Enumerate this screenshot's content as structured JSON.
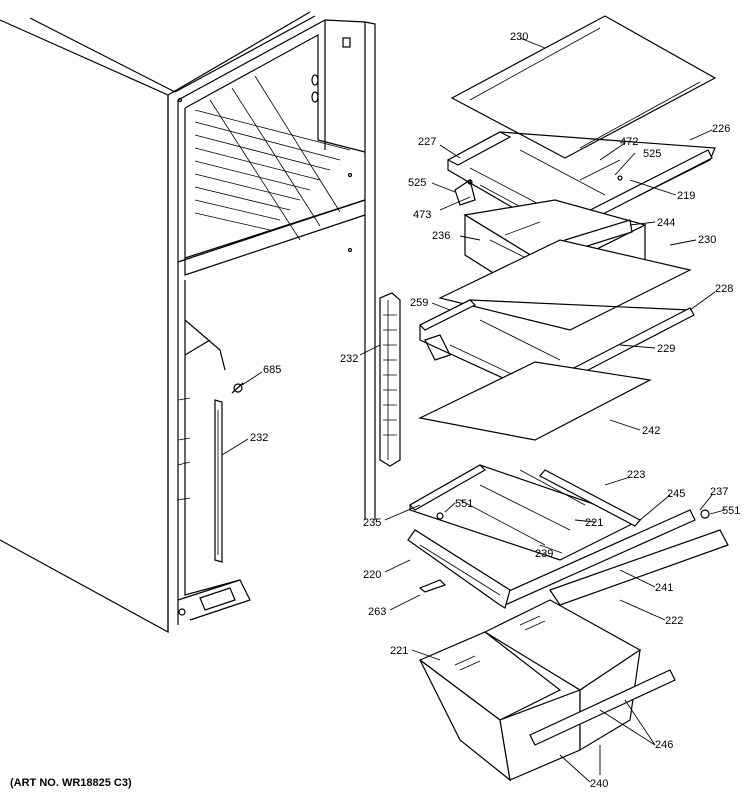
{
  "diagram": {
    "art_number": "(ART NO. WR18825 C3)",
    "parts": {
      "p230a": "230",
      "p226": "226",
      "p227": "227",
      "p472": "472",
      "p525a": "525",
      "p525b": "525",
      "p219": "219",
      "p473": "473",
      "p244": "244",
      "p236": "236",
      "p230b": "230",
      "p228": "228",
      "p259": "259",
      "p229": "229",
      "p232a": "232",
      "p685": "685",
      "p232b": "232",
      "p242": "242",
      "p223": "223",
      "p245": "245",
      "p237": "237",
      "p551a": "551",
      "p551b": "551",
      "p235": "235",
      "p221a": "221",
      "p239": "239",
      "p220": "220",
      "p241": "241",
      "p263": "263",
      "p222": "222",
      "p221b": "221",
      "p246": "246",
      "p240": "240"
    }
  }
}
